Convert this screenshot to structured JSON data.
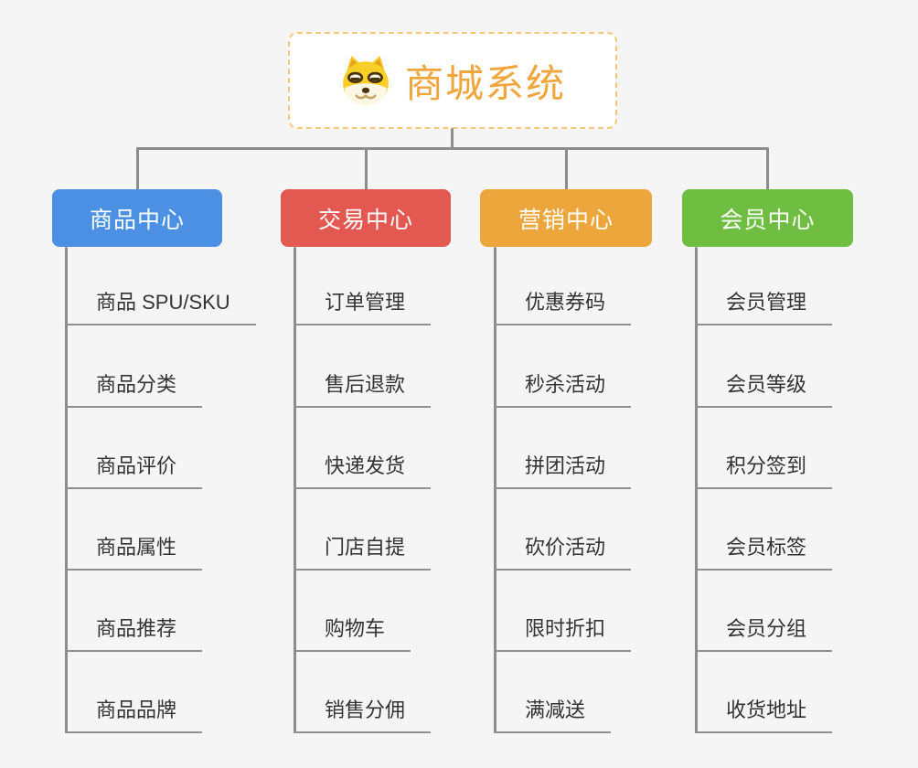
{
  "root": {
    "title": "商城系统",
    "icon": "doge-face-icon",
    "title_color": "#f0a63c",
    "border_color": "#f3c87c"
  },
  "connector_color": "#8c8c8c",
  "underline_color": "#909090",
  "leaf_text_color": "#333333",
  "background_color": "#f5f5f5",
  "branches": [
    {
      "label": "商品中心",
      "color": "#4b90e2",
      "items": [
        "商品 SPU/SKU",
        "商品分类",
        "商品评价",
        "商品属性",
        "商品推荐",
        "商品品牌"
      ]
    },
    {
      "label": "交易中心",
      "color": "#e45852",
      "items": [
        "订单管理",
        "售后退款",
        "快递发货",
        "门店自提",
        "购物车",
        "销售分佣"
      ]
    },
    {
      "label": "营销中心",
      "color": "#eda63c",
      "items": [
        "优惠券码",
        "秒杀活动",
        "拼团活动",
        "砍价活动",
        "限时折扣",
        "满减送"
      ]
    },
    {
      "label": "会员中心",
      "color": "#6fbe42",
      "items": [
        "会员管理",
        "会员等级",
        "积分签到",
        "会员标签",
        "会员分组",
        "收货地址"
      ]
    }
  ]
}
